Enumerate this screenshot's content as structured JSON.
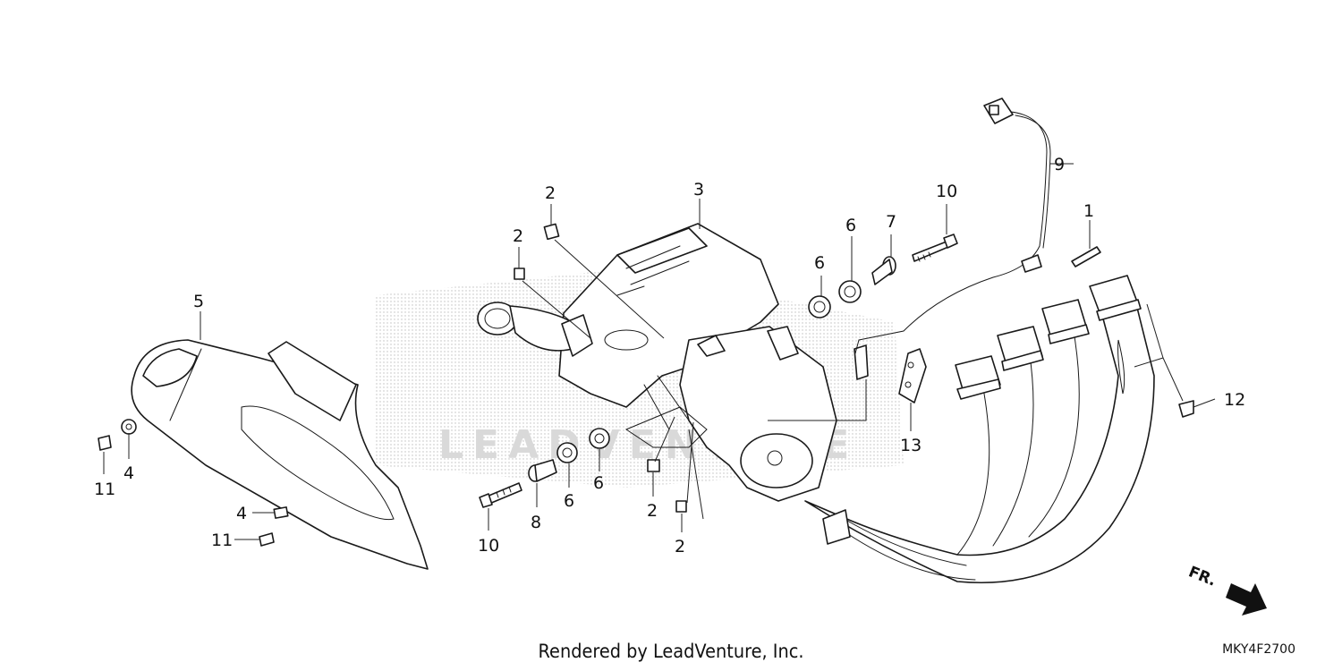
{
  "watermark": "LEADVENTURE",
  "credit": "Rendered by LeadVenture, Inc.",
  "diagram_code": "MKY4F2700",
  "front_arrow_label": "FR.",
  "callouts": {
    "c1": "1",
    "c2a": "2",
    "c2b": "2",
    "c2c": "2",
    "c2d": "2",
    "c3": "3",
    "c4a": "4",
    "c4b": "4",
    "c5": "5",
    "c6a": "6",
    "c6b": "6",
    "c6c": "6",
    "c6d": "6",
    "c7": "7",
    "c8": "8",
    "c9": "9",
    "c10a": "10",
    "c10b": "10",
    "c11a": "11",
    "c11b": "11",
    "c12": "12",
    "c13": "13"
  }
}
